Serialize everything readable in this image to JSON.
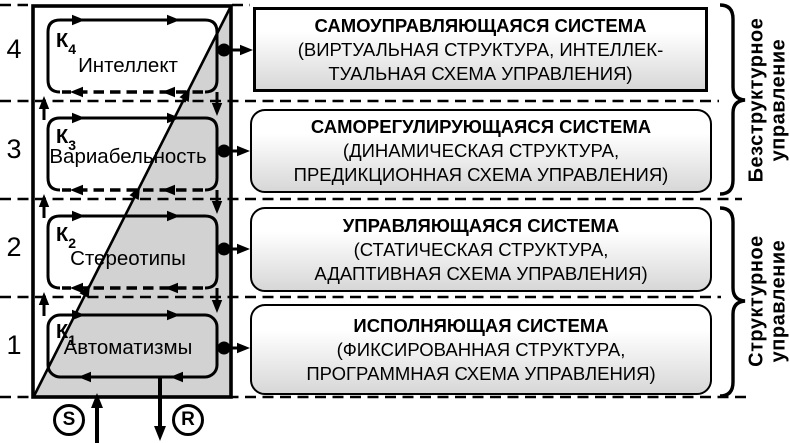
{
  "left_panel": {
    "levels": [
      {
        "number": "4",
        "k": "К",
        "k_sub": "4",
        "name": "Интеллект"
      },
      {
        "number": "3",
        "k": "К",
        "k_sub": "3",
        "name": "Вариабельность"
      },
      {
        "number": "2",
        "k": "К",
        "k_sub": "2",
        "name": "Стереотипы"
      },
      {
        "number": "1",
        "k": "К",
        "k_sub": "1",
        "name": "Автоматизмы"
      }
    ],
    "input_label": "S",
    "output_label": "R"
  },
  "systems": [
    {
      "title": "САМОУПРАВЛЯЮЩАЯСЯ СИСТЕМА",
      "subtitle": "(ВИРТУАЛЬНАЯ СТРУКТУРА, ИНТЕЛЛЕК-\nТУАЛЬНАЯ СХЕМА УПРАВЛЕНИЯ)"
    },
    {
      "title": "САМОРЕГУЛИРУЮЩАЯСЯ СИСТЕМА",
      "subtitle": "(ДИНАМИЧЕСКАЯ СТРУКТУРА,\nПРЕДИКЦИОННАЯ СХЕМА УПРАВЛЕНИЯ)"
    },
    {
      "title": "УПРАВЛЯЮЩАЯСЯ СИСТЕМА",
      "subtitle": "(СТАТИЧЕСКАЯ СТРУКТУРА,\nАДАПТИВНАЯ СХЕМА УПРАВЛЕНИЯ)"
    },
    {
      "title": "ИСПОЛНЯЮЩАЯ СИСТЕМА",
      "subtitle": "(ФИКСИРОВАННАЯ СТРУКТУРА,\nПРОГРАММНАЯ СХЕМА УПРАВЛЕНИЯ)"
    }
  ],
  "brackets": [
    {
      "label": "Безструктурное\nуправление"
    },
    {
      "label": "Структурное\nуправление"
    }
  ],
  "colors": {
    "ink": "#000000",
    "diagonal_shade": "#d2d2d2",
    "box_gradient_top": "#ffffff",
    "box_gradient_bottom": "#d7d7d7"
  }
}
